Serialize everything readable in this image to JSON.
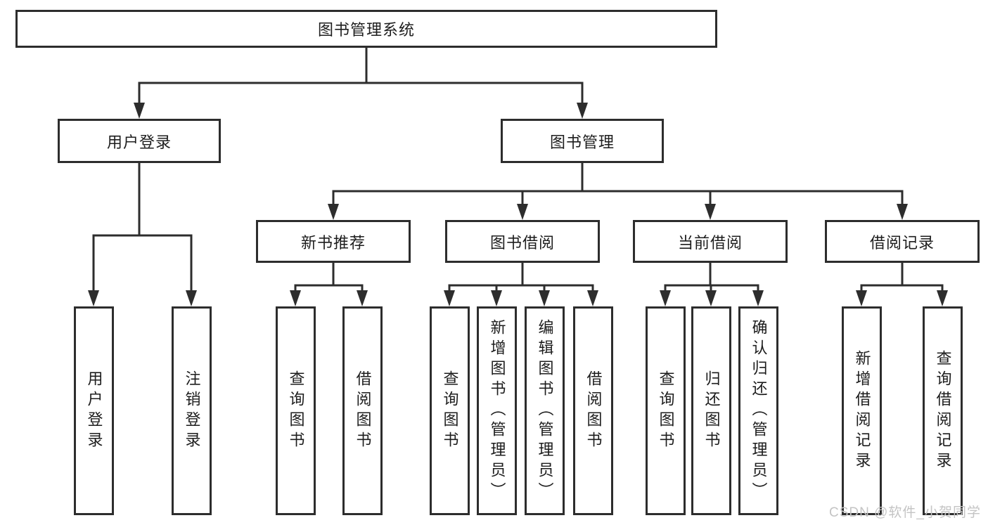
{
  "tree": {
    "root": {
      "label": "图书管理系统"
    },
    "branches": [
      {
        "label": "用户登录",
        "children": [
          {
            "label": "用户登录"
          },
          {
            "label": "注销登录"
          }
        ]
      },
      {
        "label": "图书管理",
        "children": [
          {
            "label": "新书推荐",
            "children": [
              {
                "label": "查询图书"
              },
              {
                "label": "借阅图书"
              }
            ]
          },
          {
            "label": "图书借阅",
            "children": [
              {
                "label": "查询图书"
              },
              {
                "label": "新增图书（管理员）"
              },
              {
                "label": "编辑图书（管理员）"
              },
              {
                "label": "借阅图书"
              }
            ]
          },
          {
            "label": "当前借阅",
            "children": [
              {
                "label": "查询图书"
              },
              {
                "label": "归还图书"
              },
              {
                "label": "确认归还（管理员）"
              }
            ]
          },
          {
            "label": "借阅记录",
            "children": [
              {
                "label": "新增借阅记录"
              },
              {
                "label": "查询借阅记录"
              }
            ]
          }
        ]
      }
    ]
  },
  "watermark": "CSDN @软件_小贺同学",
  "colors": {
    "line": "#2d2d2d",
    "text": "#1d1d1d",
    "watermark": "#c4c4c4",
    "background": "#ffffff"
  }
}
